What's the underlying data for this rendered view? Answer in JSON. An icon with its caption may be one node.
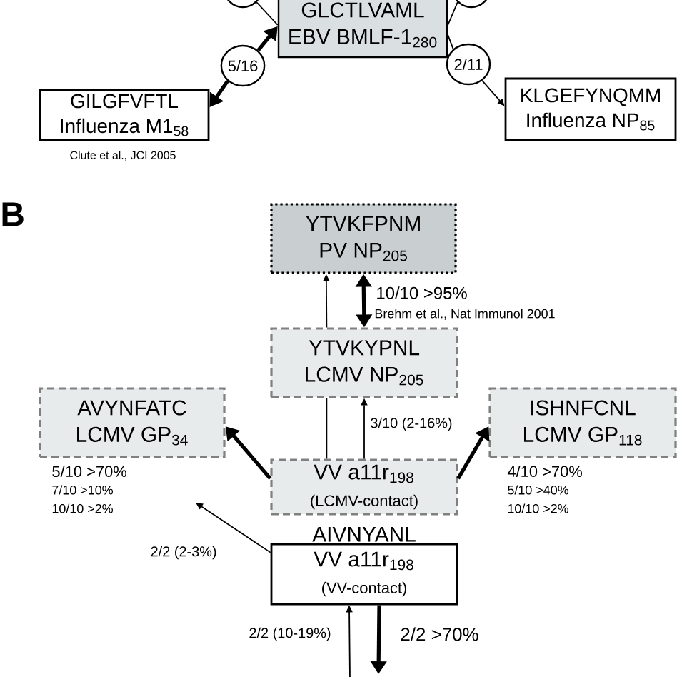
{
  "diagram": {
    "nodes": [
      {
        "text": [
          "GLCTLVAML",
          "EBV BMLF-1$_{280}$"
        ]
      },
      {
        "text": [
          "5/16"
        ]
      },
      {
        "text": [
          "GILGFVFTL",
          "Influenza M1$_{58}$"
        ],
        "beside": [
          "Clute et al., JCI 2005"
        ]
      },
      {
        "text": [
          "2/11"
        ]
      },
      {
        "text": [
          "KLGEFYNQMM",
          "Influenza NP$_{85}$"
        ]
      },
      {
        "text": [],
        "shape": "circle"
      },
      {
        "text": [],
        "shape": "circle"
      },
      {
        "text": [
          "YTVKFPNM",
          "PV NP$_{205}$"
        ]
      },
      {
        "text": [
          "YTVKYPNL",
          "LCMV NP$_{205}$"
        ]
      },
      {
        "text": [
          "AVYNFATC",
          "LCMV GP$_{34}$"
        ],
        "beside": [
          "5/10 >70%",
          "7/10 >10%",
          "10/10 >2%"
        ]
      },
      {
        "text": [
          "ISHNFCNL",
          "LCMV GP$_{118}$"
        ],
        "beside": [
          "4/10 >70%",
          "5/10 >40%",
          "10/10 >2%"
        ]
      },
      {
        "text": [
          "VV a11r$_{198}$",
          "(LCMV-contact)"
        ]
      },
      {
        "text": [
          "AIVNYANL",
          "VV a11r$_{198}$",
          "(VV-contact)"
        ]
      }
    ],
    "edges": [
      {
        "from": 5,
        "to": 0,
        "arrow": "none"
      },
      {
        "from": 6,
        "to": 0,
        "arrow": "none"
      },
      {
        "from": 1,
        "to": 0,
        "arrow": "to",
        "style": "thick"
      },
      {
        "from": 1,
        "to": 2,
        "arrow": "to",
        "style": "thick"
      },
      {
        "from": 0,
        "to": 3,
        "arrow": "none"
      },
      {
        "from": 3,
        "to": 4,
        "arrow": "to"
      },
      {
        "from": 8,
        "to": 7,
        "arrow": "to"
      },
      {
        "from": 8,
        "to": 7,
        "arrow": "both",
        "style": "thick",
        "label": "10/10 >95%"
      },
      {
        "from": 11,
        "to": 8,
        "arrow": "none"
      },
      {
        "from": 11,
        "to": 8,
        "arrow": "to",
        "label": "3/10 (2-16%)"
      },
      {
        "from": 11,
        "to": 9,
        "arrow": "to",
        "style": "thick"
      },
      {
        "from": 11,
        "to": 10,
        "arrow": "to",
        "style": "thick"
      },
      {
        "from": 12,
        "to": null,
        "arrow": "to",
        "label": "2/2 (2-3%)"
      },
      {
        "from": null,
        "to": 12,
        "arrow": "to",
        "label": "2/2 (10-19%)"
      },
      {
        "from": 12,
        "to": null,
        "arrow": "to",
        "style": "thick",
        "label": "2/2 >70%"
      }
    ],
    "labels": [
      "B",
      "Brehm et al., Nat Immunol 2001"
    ]
  }
}
